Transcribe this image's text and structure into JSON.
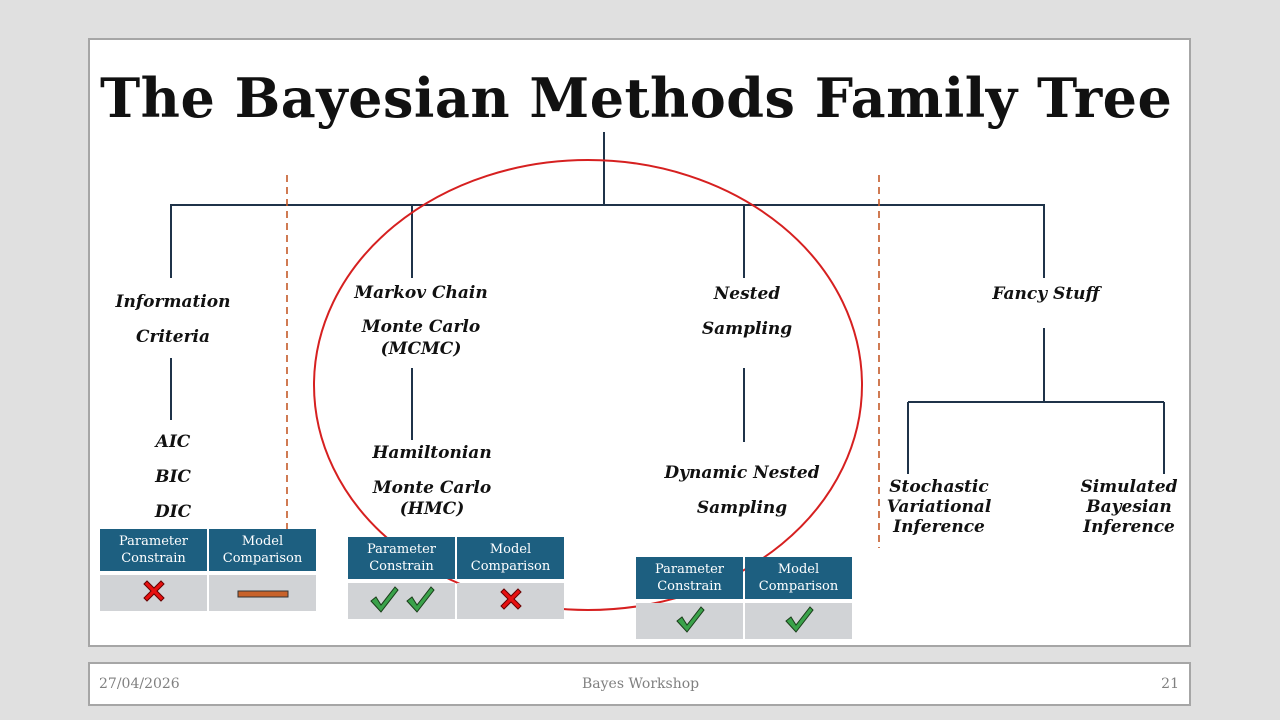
{
  "title": "The Bayesian Methods Family Tree",
  "nodes": {
    "information_criteria": [
      "Information",
      "Criteria"
    ],
    "ic_list": [
      "AIC",
      "BIC",
      "DIC"
    ],
    "mcmc": [
      "Markov Chain",
      "Monte Carlo",
      "(MCMC)"
    ],
    "hmc": [
      "Hamiltonian",
      "Monte Carlo",
      "(HMC)"
    ],
    "nested": [
      "Nested",
      "Sampling"
    ],
    "dynamic_nested": [
      "Dynamic Nested",
      "Sampling"
    ],
    "fancy": "Fancy Stuff",
    "svi": [
      "Stochastic",
      "Variational",
      "Inference"
    ],
    "sbi": [
      "Simulated",
      "Bayesian",
      "Inference"
    ]
  },
  "tables": {
    "headers": {
      "param": [
        "Parameter",
        "Constrain"
      ],
      "model": [
        "Model",
        "Comparison"
      ]
    },
    "ic": {
      "param": [
        "cross"
      ],
      "model": [
        "dash"
      ]
    },
    "hmc": {
      "param": [
        "check",
        "check"
      ],
      "model": [
        "cross"
      ]
    },
    "nested": {
      "param": [
        "check"
      ],
      "model": [
        "check"
      ]
    }
  },
  "colors": {
    "tree_line": "#1f3349",
    "ellipse": "#d62020",
    "divider": "#c55a28",
    "table_header": "#1d5f80",
    "table_cell": "#d1d3d6",
    "check": "#3aa24a",
    "cross": "#e81010",
    "dash": "#c8622a"
  },
  "footer": {
    "date": "27/04/2026",
    "center": "Bayes Workshop",
    "page": "21"
  }
}
